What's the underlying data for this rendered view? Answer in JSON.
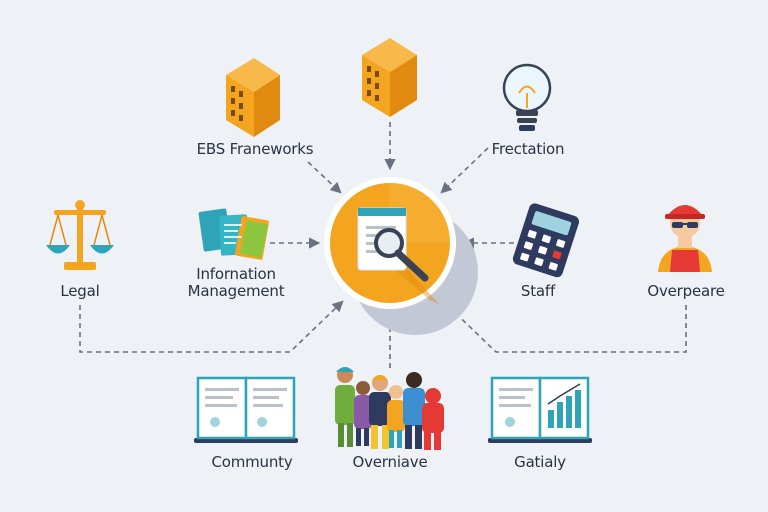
{
  "colors": {
    "background": "#eef1f6",
    "hub_orange": "#f4a51f",
    "hub_ring": "#ffffff",
    "shadow": "#c3c8d6",
    "connector": "#6b7180",
    "text": "#2b3240",
    "teal": "#2fa4b8",
    "navy": "#2e3b5e",
    "red": "#e53935"
  },
  "hub": {
    "icon": "document-magnifier-icon"
  },
  "nodes": {
    "frameworks": {
      "label": "EBS Franeworks",
      "icon": "building-icon"
    },
    "top_building": {
      "icon": "building-icon"
    },
    "frectation": {
      "label": "Frectation",
      "icon": "lightbulb-icon"
    },
    "legal": {
      "label": "Legal",
      "icon": "scales-icon"
    },
    "information": {
      "label_line1": "Infornation",
      "label_line2": "Management",
      "icon": "documents-icon"
    },
    "staff": {
      "label": "Staff",
      "icon": "calculator-icon"
    },
    "overpeare": {
      "label": "Overpeare",
      "icon": "worker-icon"
    },
    "community": {
      "label": "Communty",
      "icon": "open-book-icon"
    },
    "overniave": {
      "label": "Overniave",
      "icon": "people-group-icon"
    },
    "gatialy": {
      "label": "Gatialy",
      "icon": "chart-book-icon"
    }
  }
}
